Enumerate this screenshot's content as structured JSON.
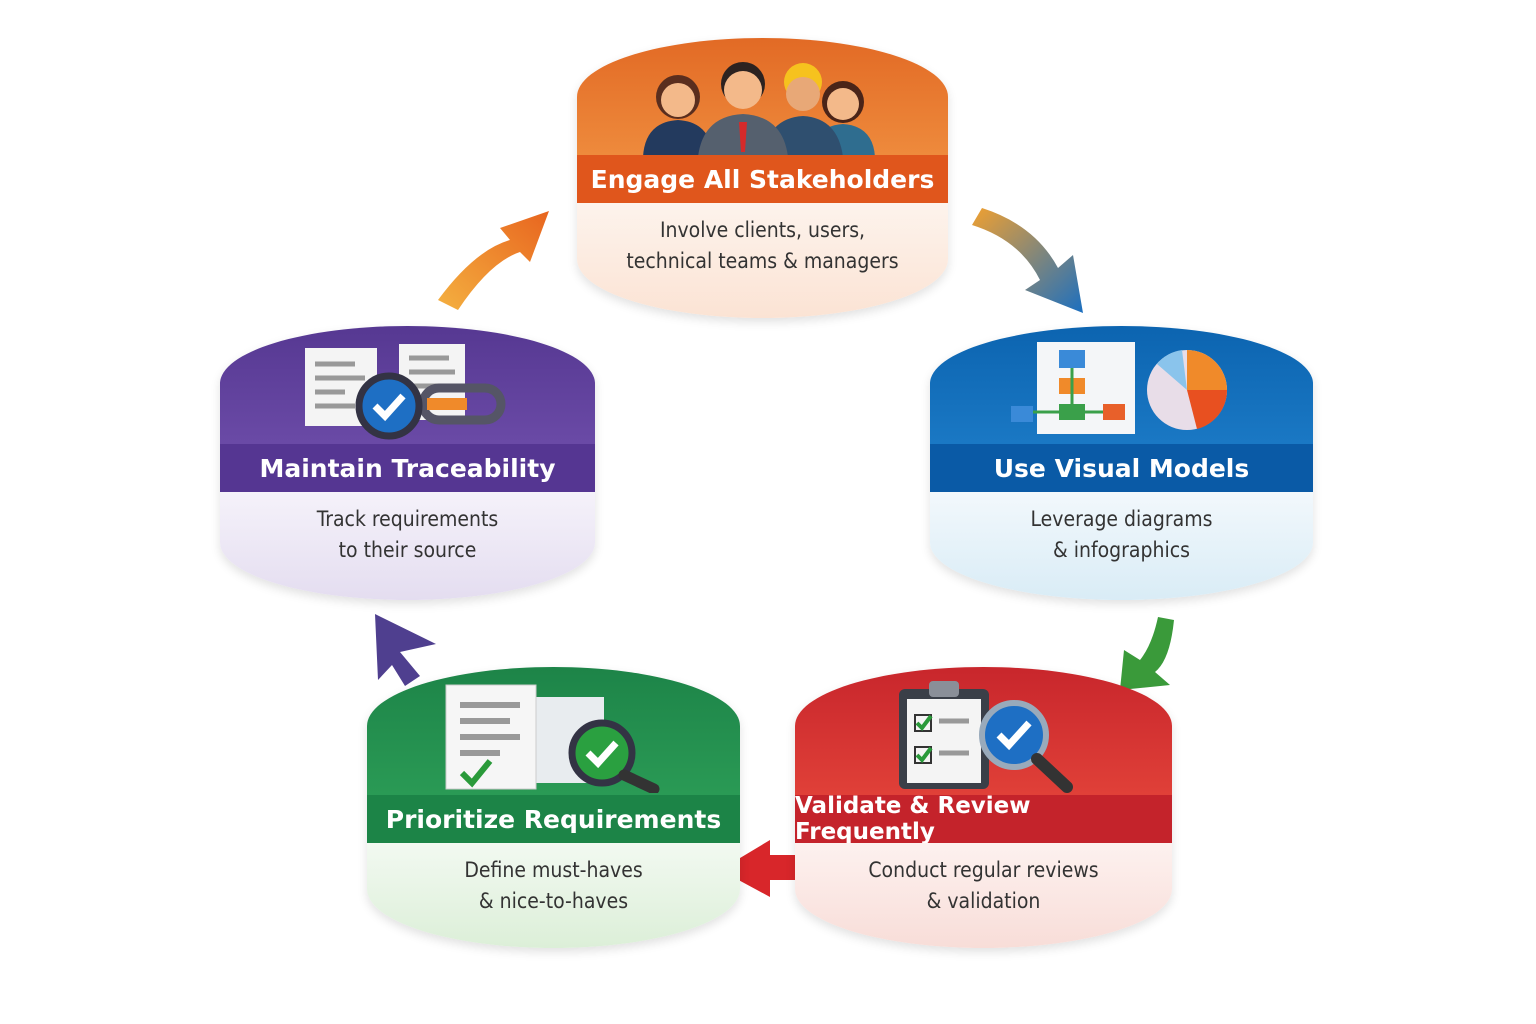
{
  "steps": [
    {
      "title": "Engage All Stakeholders",
      "line1": "Involve clients, users,",
      "line2": "technical teams & managers",
      "color": "#e0561c",
      "icon": "people-icon"
    },
    {
      "title": "Use Visual Models",
      "line1": "Leverage diagrams",
      "line2": "& infographics",
      "color": "#0a5aa6",
      "icon": "diagram-chart-icon"
    },
    {
      "title": "Validate & Review Frequently",
      "line1": "Conduct regular reviews",
      "line2": "& validation",
      "color": "#c4232b",
      "icon": "clipboard-check-icon"
    },
    {
      "title": "Prioritize Requirements",
      "line1": "Define must-haves",
      "line2": "& nice-to-haves",
      "color": "#1c8447",
      "icon": "document-check-icon"
    },
    {
      "title": "Maintain Traceability",
      "line1": "Track requirements",
      "line2": "to their source",
      "color": "#553692",
      "icon": "document-link-icon"
    }
  ],
  "arrow_colors": [
    "#1b6fc0",
    "#3a9a3a",
    "#d8262a",
    "#4f3f8f",
    "#f08a2a"
  ]
}
